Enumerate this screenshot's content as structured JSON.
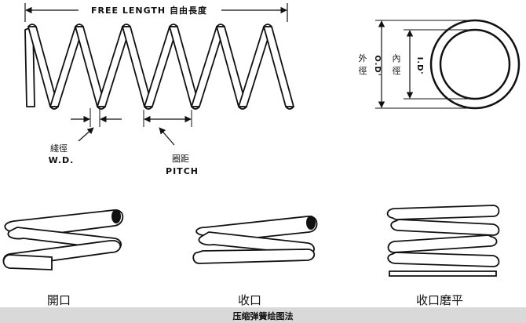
{
  "labels": {
    "free_length": "FREE LENGTH 自由長度",
    "wire_dia_cn": "綫徑",
    "wire_dia_en": "W.D.",
    "pitch_cn": "圈距",
    "pitch_en": "PITCH",
    "outer_dia_cn_1": "外",
    "outer_dia_cn_2": "徑",
    "outer_dia_en": "O.D'",
    "inner_dia_cn_1": "內",
    "inner_dia_cn_2": "徑",
    "inner_dia_en": "I.D'"
  },
  "end_types": [
    {
      "label": "開口"
    },
    {
      "label": "收口"
    },
    {
      "label": "收口磨平"
    }
  ],
  "caption": "压缩弹簧绘图法",
  "colors": {
    "stroke": "#111111",
    "caption_bg": "#d9d9d9"
  }
}
